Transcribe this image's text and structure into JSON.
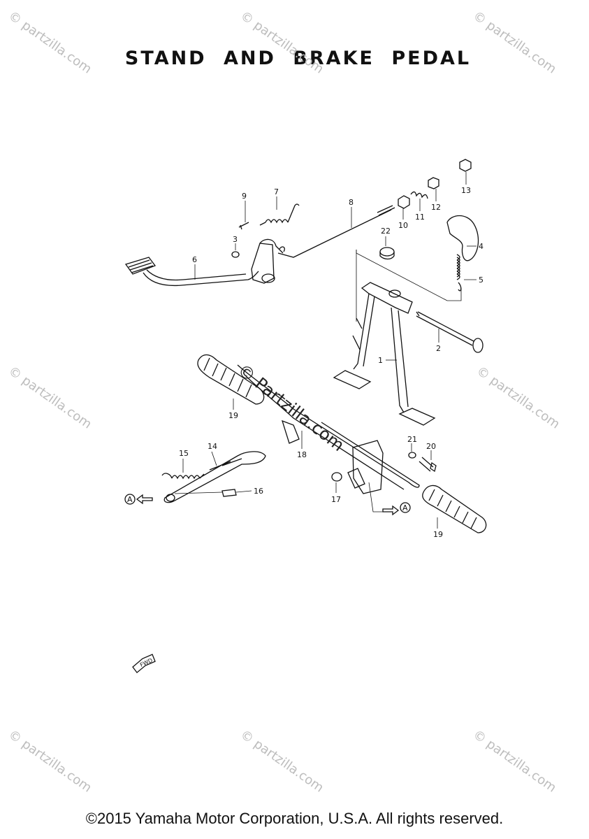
{
  "title": "STAND AND BRAKE PEDAL",
  "copyright": "©2015 Yamaha Motor Corporation, U.S.A. All rights reserved.",
  "watermark": "© Partzilla.com",
  "watermark_tile": "© partzilla.com",
  "callouts": {
    "c1": "1",
    "c2": "2",
    "c3": "3",
    "c4": "4",
    "c5": "5",
    "c6": "6",
    "c7": "7",
    "c8": "8",
    "c9": "9",
    "c10": "10",
    "c11": "11",
    "c12": "12",
    "c13": "13",
    "c14": "14",
    "c15": "15",
    "c16": "16",
    "c17": "17",
    "c18": "18",
    "c19a": "19",
    "c19b": "19",
    "c20": "20",
    "c21": "21",
    "c22": "22"
  },
  "ref_marks": {
    "a_left": "A",
    "a_right": "A",
    "fwd": "FWD"
  },
  "colors": {
    "ink": "#111111",
    "watermark": "#bdbdbd",
    "background": "#ffffff"
  }
}
